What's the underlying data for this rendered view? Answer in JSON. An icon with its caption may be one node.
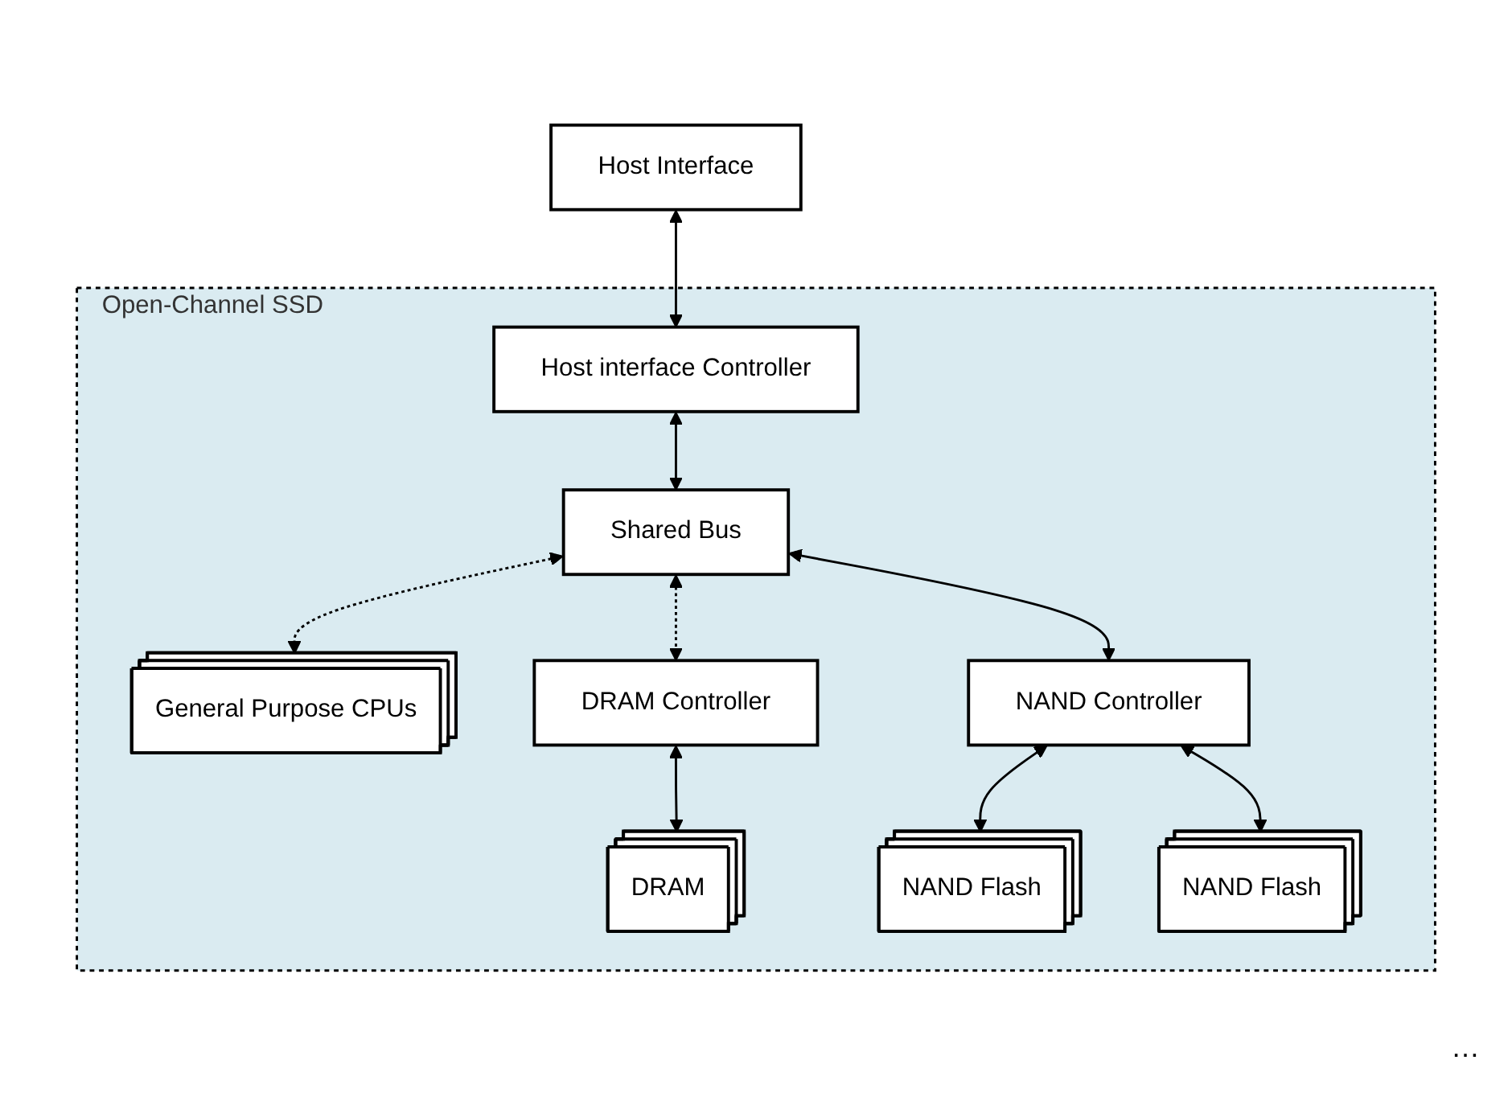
{
  "diagram": {
    "nodes": [
      {
        "text": [
          "Host Interface"
        ]
      },
      {
        "text": [
          "Open-Channel SSD"
        ]
      },
      {
        "text": [
          "Host interface Controller"
        ],
        "in": 1
      },
      {
        "text": [
          "General Purpose CPUs"
        ],
        "in": 1
      },
      {
        "text": [
          "Shared Bus"
        ],
        "in": 1
      },
      {
        "text": [
          "NAND Controller"
        ],
        "in": 1
      },
      {
        "text": [
          "DRAM Controller"
        ],
        "in": 1
      },
      {
        "text": [
          "DRAM"
        ],
        "in": 1
      },
      {
        "text": [
          "NAND Flash"
        ],
        "in": 1
      },
      {
        "text": [
          "NAND Flash"
        ],
        "in": 1
      }
    ],
    "edges": [
      {
        "from": 0,
        "to": 2,
        "arrow": "both"
      },
      {
        "from": 2,
        "to": 4,
        "arrow": "both"
      },
      {
        "from": 4,
        "to": 3,
        "arrow": "both",
        "style": "dashed"
      },
      {
        "from": 4,
        "to": 5,
        "arrow": "both"
      },
      {
        "from": 4,
        "to": 6,
        "arrow": "both",
        "style": "dashed"
      },
      {
        "from": 6,
        "to": 7,
        "arrow": "both"
      },
      {
        "from": 5,
        "to": 8,
        "arrow": "both"
      },
      {
        "from": 5,
        "to": 9,
        "arrow": "both"
      }
    ],
    "labels": [
      "…"
    ]
  }
}
